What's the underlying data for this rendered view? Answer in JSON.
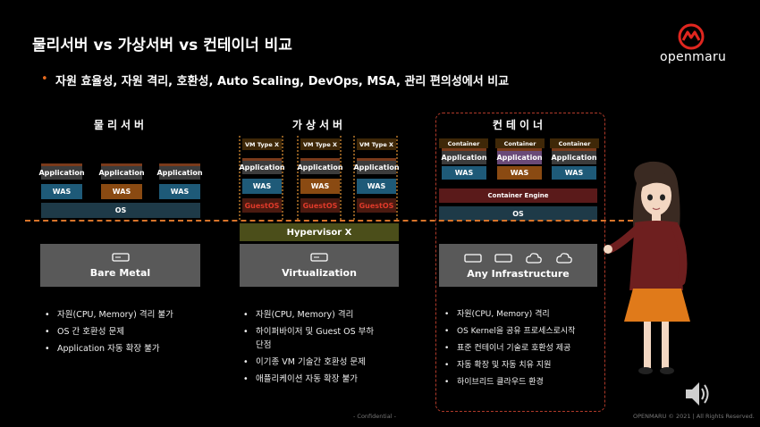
{
  "slide": {
    "title": "물리서버 vs 가상서버 vs 컨테이너 비교",
    "subtitle": "자원 효율성, 자원 격리, 호환성, Auto Scaling, DevOps, MSA, 관리 편의성에서 비교",
    "bullet": "•",
    "logo_text": "openmaru",
    "confidential": "- Confidential -",
    "copyright": "OPENMARU © 2021 | All Rights Reserved."
  },
  "physical": {
    "heading": "물리서버",
    "app_label": "Application",
    "was_label": "WAS",
    "os_label": "OS",
    "infra_label": "Bare Metal",
    "bullets": [
      "자원(CPU, Memory) 격리 불가",
      "OS 간 호환성 문제",
      "Application 자동 확장 불가"
    ]
  },
  "virtual": {
    "heading": "가상서버",
    "vm_type": "VM Type X",
    "app_label": "Application",
    "was_label": "WAS",
    "guest_os": "GuestOS",
    "hypervisor": "Hypervisor X",
    "infra_label": "Virtualization",
    "bullets": [
      "자원(CPU, Memory) 격리",
      "하이퍼바이저 및 Guest OS 부하",
      "단점",
      "이기종 VM 기술간 호환성 문제",
      "애플리케이션 자동 확장 불가"
    ]
  },
  "container": {
    "heading": "컨테이너",
    "container_label": "Container",
    "app_label": "Application",
    "was_label": "WAS",
    "engine_label": "Container Engine",
    "os_label": "OS",
    "infra_label": "Any Infrastructure",
    "bullets": [
      "자원(CPU, Memory) 격리",
      "OS Kernel을 공유 프로세스로시작",
      "표준 컨테이너 기술로 호환성 제공",
      "자동 확장 및 자동 치유 지원",
      "하이브리드 클라우드 환경"
    ]
  },
  "colors": {
    "accent": "#e86b1f",
    "logo_red": "#e0261f"
  },
  "icons": [
    "logo-mark-icon",
    "server-icon",
    "cloud-icon",
    "speaker-icon"
  ]
}
